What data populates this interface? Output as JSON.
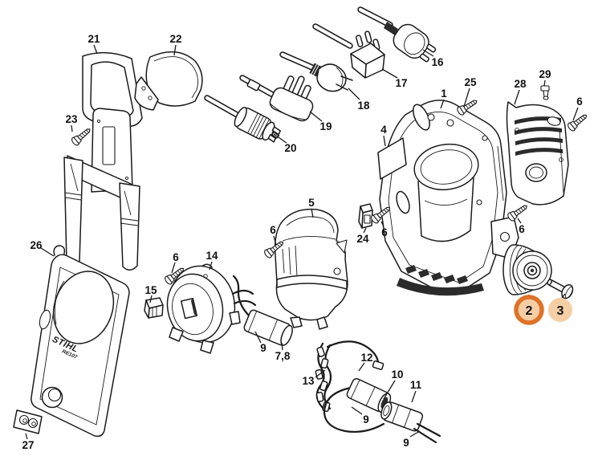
{
  "diagram": {
    "type": "exploded-parts-diagram",
    "product": {
      "brand": "STIHL",
      "model": "RE107"
    },
    "callouts": [
      "21",
      "22",
      "23",
      "16",
      "17",
      "18",
      "19",
      "20",
      "1",
      "25",
      "28",
      "29",
      "6",
      "4",
      "5",
      "6",
      "24",
      "6",
      "6",
      "26",
      "6",
      "14",
      "15",
      "9",
      "7,8",
      "12",
      "13",
      "10",
      "11",
      "9",
      "9",
      "27"
    ],
    "highlighted": {
      "selected": {
        "number": "2",
        "style": "ring"
      },
      "secondary": {
        "number": "3",
        "style": "solid"
      }
    },
    "colors": {
      "highlight_ring": "#DE7226",
      "highlight_fill": "#F5CEA6",
      "line": "#1A1A1A",
      "background": "#FFFFFF"
    }
  }
}
